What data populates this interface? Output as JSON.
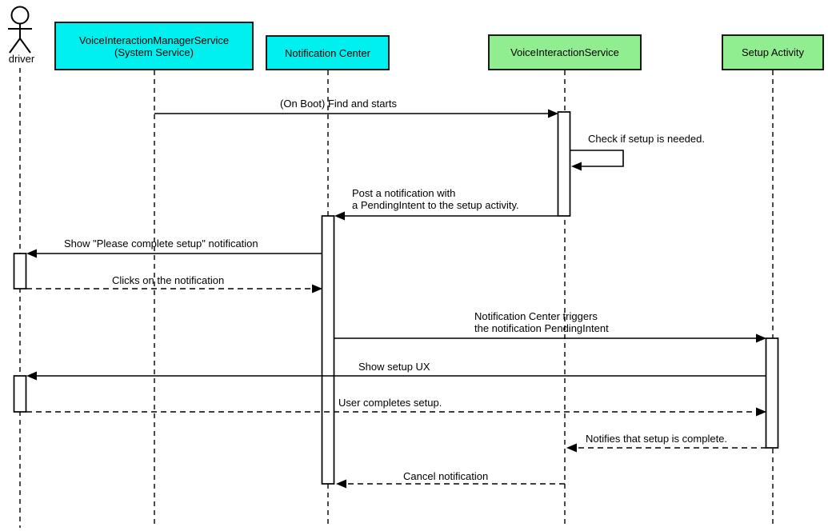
{
  "diagram": {
    "type": "uml-sequence",
    "actor": {
      "label": "driver"
    },
    "participants": [
      {
        "name": "voice-interaction-manager-service",
        "label": "VoiceInteractionManagerService",
        "sublabel": "(System Service)",
        "fill": "#00F0F0"
      },
      {
        "name": "notification-center",
        "label": "Notification Center",
        "fill": "#00F0F0"
      },
      {
        "name": "voice-interaction-service",
        "label": "VoiceInteractionService",
        "fill": "#90EE90"
      },
      {
        "name": "setup-activity",
        "label": "Setup Activity",
        "fill": "#90EE90"
      }
    ],
    "messages": [
      {
        "from": "VoiceInteractionManagerService",
        "to": "VoiceInteractionService",
        "style": "solid",
        "label": "(On Boot) Find and starts"
      },
      {
        "from": "VoiceInteractionService",
        "to": "VoiceInteractionService",
        "style": "self",
        "label": "Check if setup is needed."
      },
      {
        "from": "VoiceInteractionService",
        "to": "Notification Center",
        "style": "solid",
        "label": "Post a notification with",
        "label2": "a PendingIntent to the setup activity."
      },
      {
        "from": "Notification Center",
        "to": "driver",
        "style": "solid",
        "label": "Show \"Please complete setup\" notification"
      },
      {
        "from": "driver",
        "to": "Notification Center",
        "style": "dashed",
        "label": "Clicks on the notification"
      },
      {
        "from": "Notification Center",
        "to": "Setup Activity",
        "style": "solid",
        "label": "Notification Center triggers",
        "label2": "the notification PendingIntent"
      },
      {
        "from": "Setup Activity",
        "to": "driver",
        "style": "solid",
        "label": "Show setup UX"
      },
      {
        "from": "driver",
        "to": "Setup Activity",
        "style": "dashed",
        "label": "User completes setup."
      },
      {
        "from": "Setup Activity",
        "to": "VoiceInteractionService",
        "style": "dashed",
        "label": "Notifies that setup is complete."
      },
      {
        "from": "VoiceInteractionService",
        "to": "Notification Center",
        "style": "dashed",
        "label": "Cancel notification"
      }
    ],
    "colors": {
      "participant_cyan": "#00F0F0",
      "participant_green": "#90EE90",
      "line": "#000000",
      "background": "#FFFFFF"
    }
  }
}
